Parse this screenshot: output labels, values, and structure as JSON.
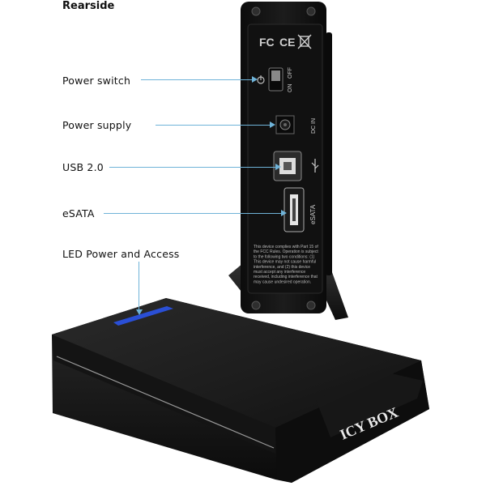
{
  "title": "Rearside",
  "labels": {
    "power_switch": "Power switch",
    "power_supply": "Power supply",
    "usb": "USB 2.0",
    "esata": "eSATA",
    "led": "LED Power and Access"
  },
  "panel": {
    "fcc_mark": "FC",
    "ce_mark": "CE",
    "switch_on": "ON",
    "switch_off": "OFF",
    "dc_in": "DC IN",
    "esata_port_label": "eSATA",
    "compliance_text": [
      "This device complies with Part 15 of",
      "the FCC Rules. Operation is subject",
      "to the following two conditions: (1)",
      "This device may not cause harmful",
      "interference, and (2) this device",
      "must accept any interference",
      "received, including interference that",
      "may cause undesired operation."
    ]
  },
  "brand": "ICY BOX",
  "colors": {
    "leader": "#6fb3d8",
    "device_body": "#1a1a1a",
    "led": "#2a4fd6"
  }
}
